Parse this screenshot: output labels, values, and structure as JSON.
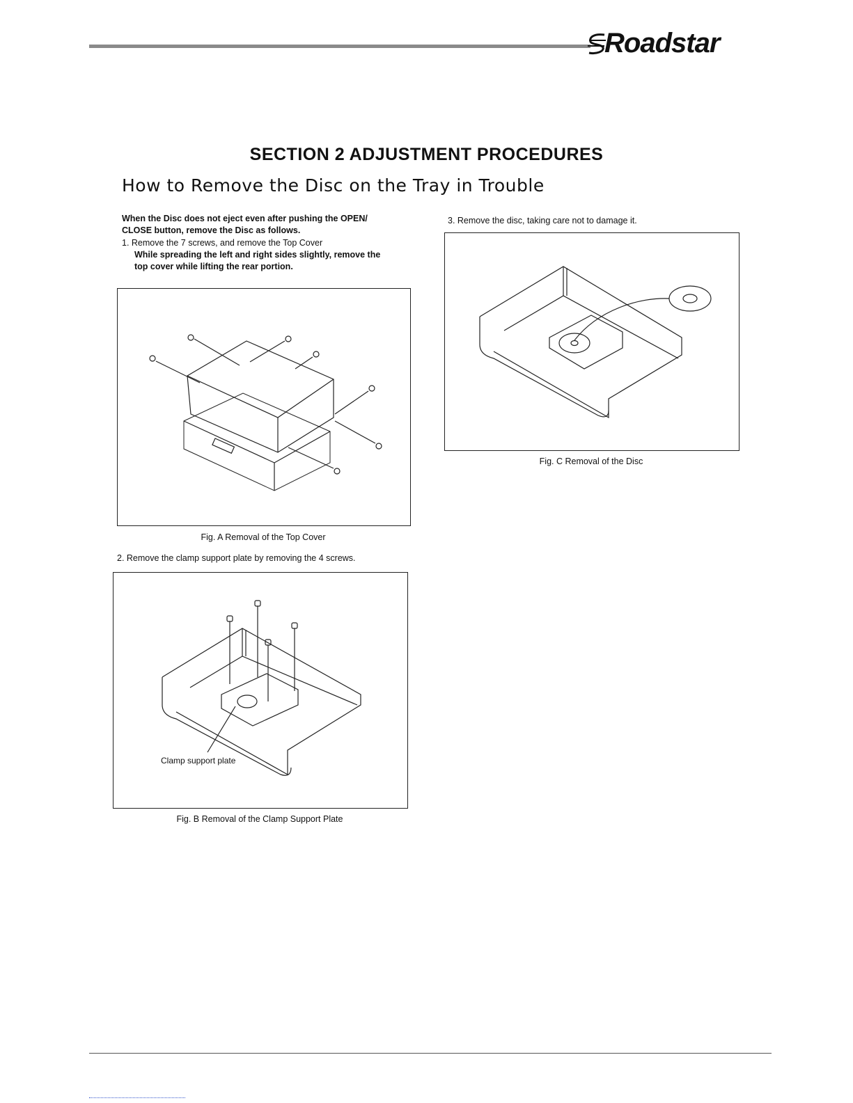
{
  "header": {
    "brand": "Roadstar"
  },
  "section_title": "SECTION 2 ADJUSTMENT PROCEDURES",
  "subtitle": "How to Remove the Disc on the Tray in Trouble",
  "left_column": {
    "intro_line1": "When the Disc does not eject even after pushing the OPEN/",
    "intro_line2": "CLOSE button, remove the Disc as follows.",
    "step1_line1": "1.  Remove the 7 screws, and remove the Top Cover",
    "step1_line2": "While spreading the left and right sides slightly, remove the",
    "step1_line3": "top cover while lifting the rear portion.",
    "fig_a_caption": "Fig. A Removal of the Top Cover",
    "step2": "2.  Remove the clamp support plate by removing the 4 screws.",
    "fig_b_label": "Clamp support plate",
    "fig_b_caption": "Fig. B Removal of the Clamp Support Plate"
  },
  "right_column": {
    "step3": "3.  Remove the disc, taking care not to damage it.",
    "fig_c_caption": "Fig. C Removal of the Disc"
  }
}
